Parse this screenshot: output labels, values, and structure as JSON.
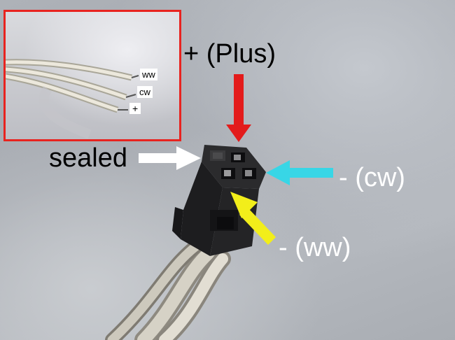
{
  "labels": {
    "plus": "+ (Plus)",
    "sealed": "sealed",
    "cw": "- (cw)",
    "ww": "- (ww)"
  },
  "inset": {
    "tags": {
      "ww": "ww",
      "cw": "cw",
      "plus": "+"
    },
    "border_color": "#e8231f"
  },
  "colors": {
    "arrow_plus": "#e31b1b",
    "arrow_sealed": "#ffffff",
    "arrow_cw": "#38d6e6",
    "arrow_ww": "#f2ee1a"
  },
  "icons": {
    "plus_arrow": "down-arrow-icon",
    "sealed_arrow": "right-arrow-icon",
    "cw_arrow": "left-arrow-icon",
    "ww_arrow": "up-left-arrow-icon"
  }
}
